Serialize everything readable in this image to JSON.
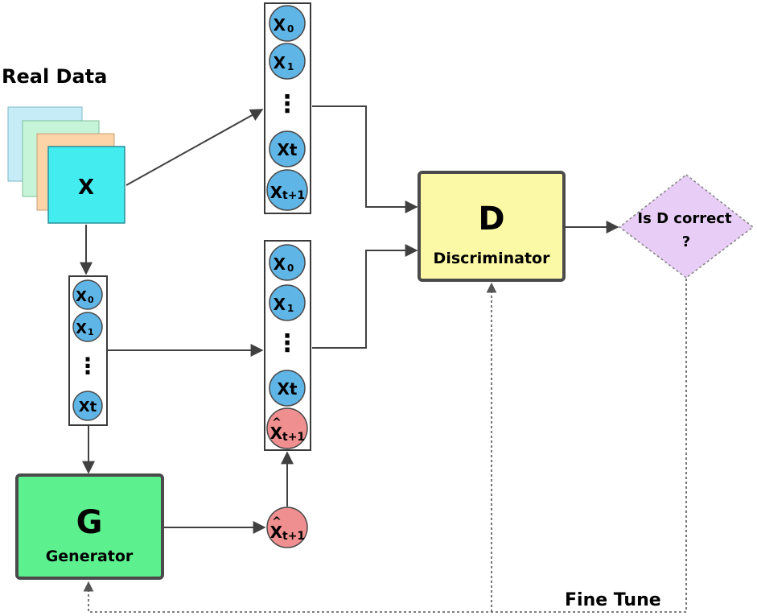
{
  "real_data_label": "Real Data",
  "input_card_label": "X",
  "seq": {
    "x0": "X",
    "x0_sub": "0",
    "x1": "X",
    "x1_sub": "1",
    "ellipsis": "⋮",
    "xt": "Xt",
    "xt1": "X",
    "xt1_sub": "t+1",
    "xhat": "X",
    "hat": "^",
    "xhat_sub": "t+1"
  },
  "discriminator": {
    "symbol": "D",
    "name": "Discriminator"
  },
  "generator": {
    "symbol": "G",
    "name": "Generator"
  },
  "decision": {
    "line1": "Is D correct",
    "line2": "?"
  },
  "fine_tune_label": "Fine Tune",
  "colors": {
    "node_real": "#5fb5e6",
    "node_generated": "#f08f8f",
    "discriminator_fill": "#fcf9a6",
    "generator_fill": "#5df08f",
    "decision_fill": "#e8cdf6",
    "card_front": "#43ecee",
    "card_2": "#fdd3a8",
    "card_3": "#c6f4d8",
    "card_4": "#c6ecf8"
  }
}
